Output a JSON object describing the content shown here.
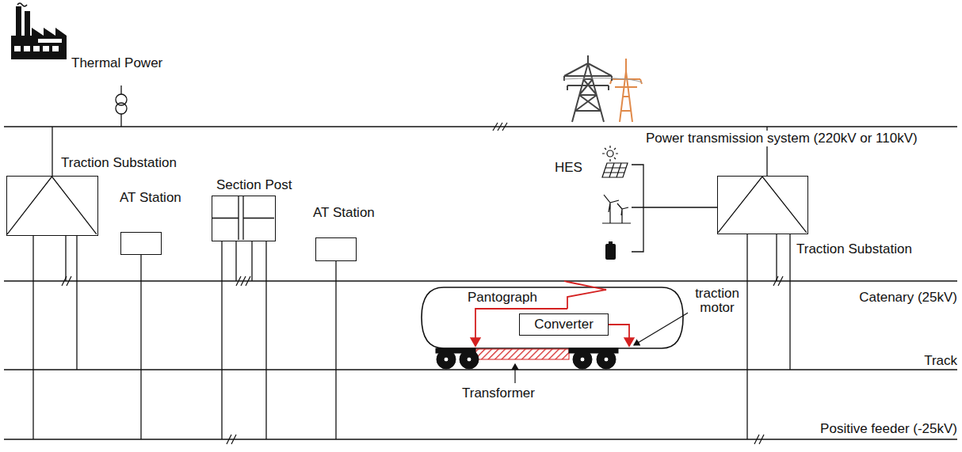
{
  "diagram": {
    "nodes": [
      {
        "text": [
          "Traction Substation"
        ]
      },
      {
        "text": [
          "AT Station"
        ]
      },
      {
        "text": [
          "Section Post"
        ]
      },
      {
        "text": [
          "AT Station"
        ]
      },
      {
        "text": [
          "Converter"
        ]
      },
      {
        "text": [
          "Traction Substation"
        ]
      }
    ],
    "labels": [
      "Thermal Power",
      "Power transmission system (220kV or 110kV)",
      "HES",
      "Catenary (25kV)",
      "Pantograph",
      "traction motor",
      "Track",
      "Transformer",
      "Positive feeder (-25kV)"
    ]
  }
}
